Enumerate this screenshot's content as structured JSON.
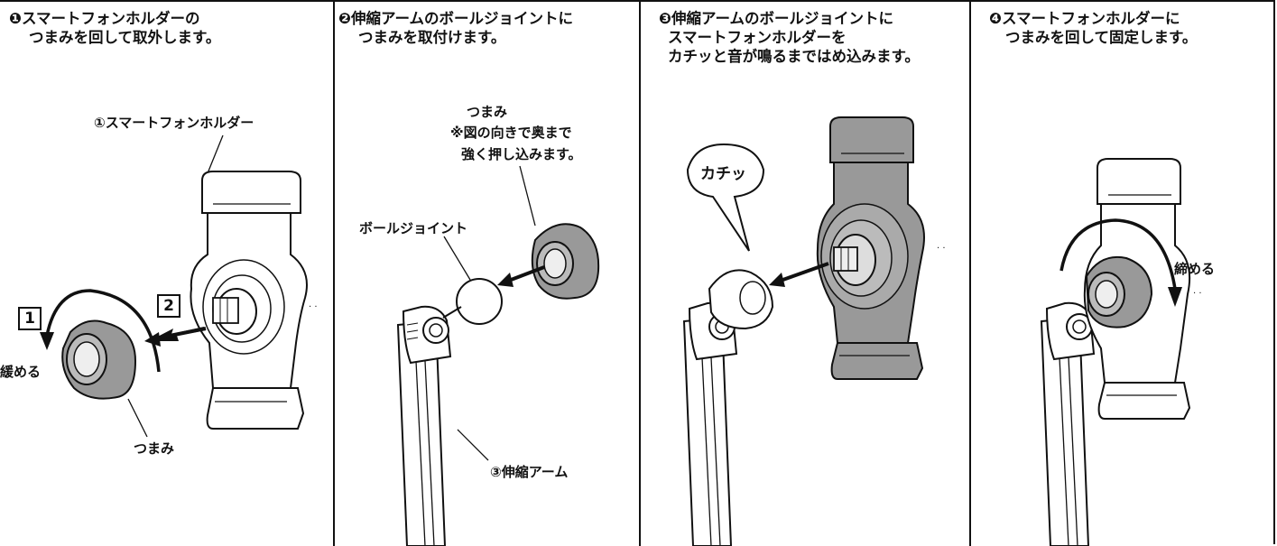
{
  "steps": [
    {
      "number": "❶",
      "title_lines": [
        "スマートフォンホルダーの",
        "つまみを回して取外します。"
      ],
      "labels": {
        "holder": "①スマートフォンホルダー",
        "loosen": "緩める",
        "knob": "つまみ",
        "step1": "1",
        "step2": "2"
      }
    },
    {
      "number": "❷",
      "title_lines": [
        "伸縮アームのボールジョイントに",
        "つまみを取付けます。"
      ],
      "labels": {
        "knob": "つまみ",
        "note_line1": "※図の向きで奥まで",
        "note_line2": "強く押し込みます。",
        "ball_joint": "ボールジョイント",
        "arm": "③伸縮アーム"
      }
    },
    {
      "number": "❸",
      "title_lines": [
        "伸縮アームのボールジョイントに",
        "スマートフォンホルダーを",
        "カチッと音が鳴るまではめ込みます。"
      ],
      "labels": {
        "click": "カチッ"
      }
    },
    {
      "number": "❹",
      "title_lines": [
        "スマートフォンホルダーに",
        "つまみを回して固定します。"
      ],
      "labels": {
        "tighten": "締める"
      }
    }
  ]
}
